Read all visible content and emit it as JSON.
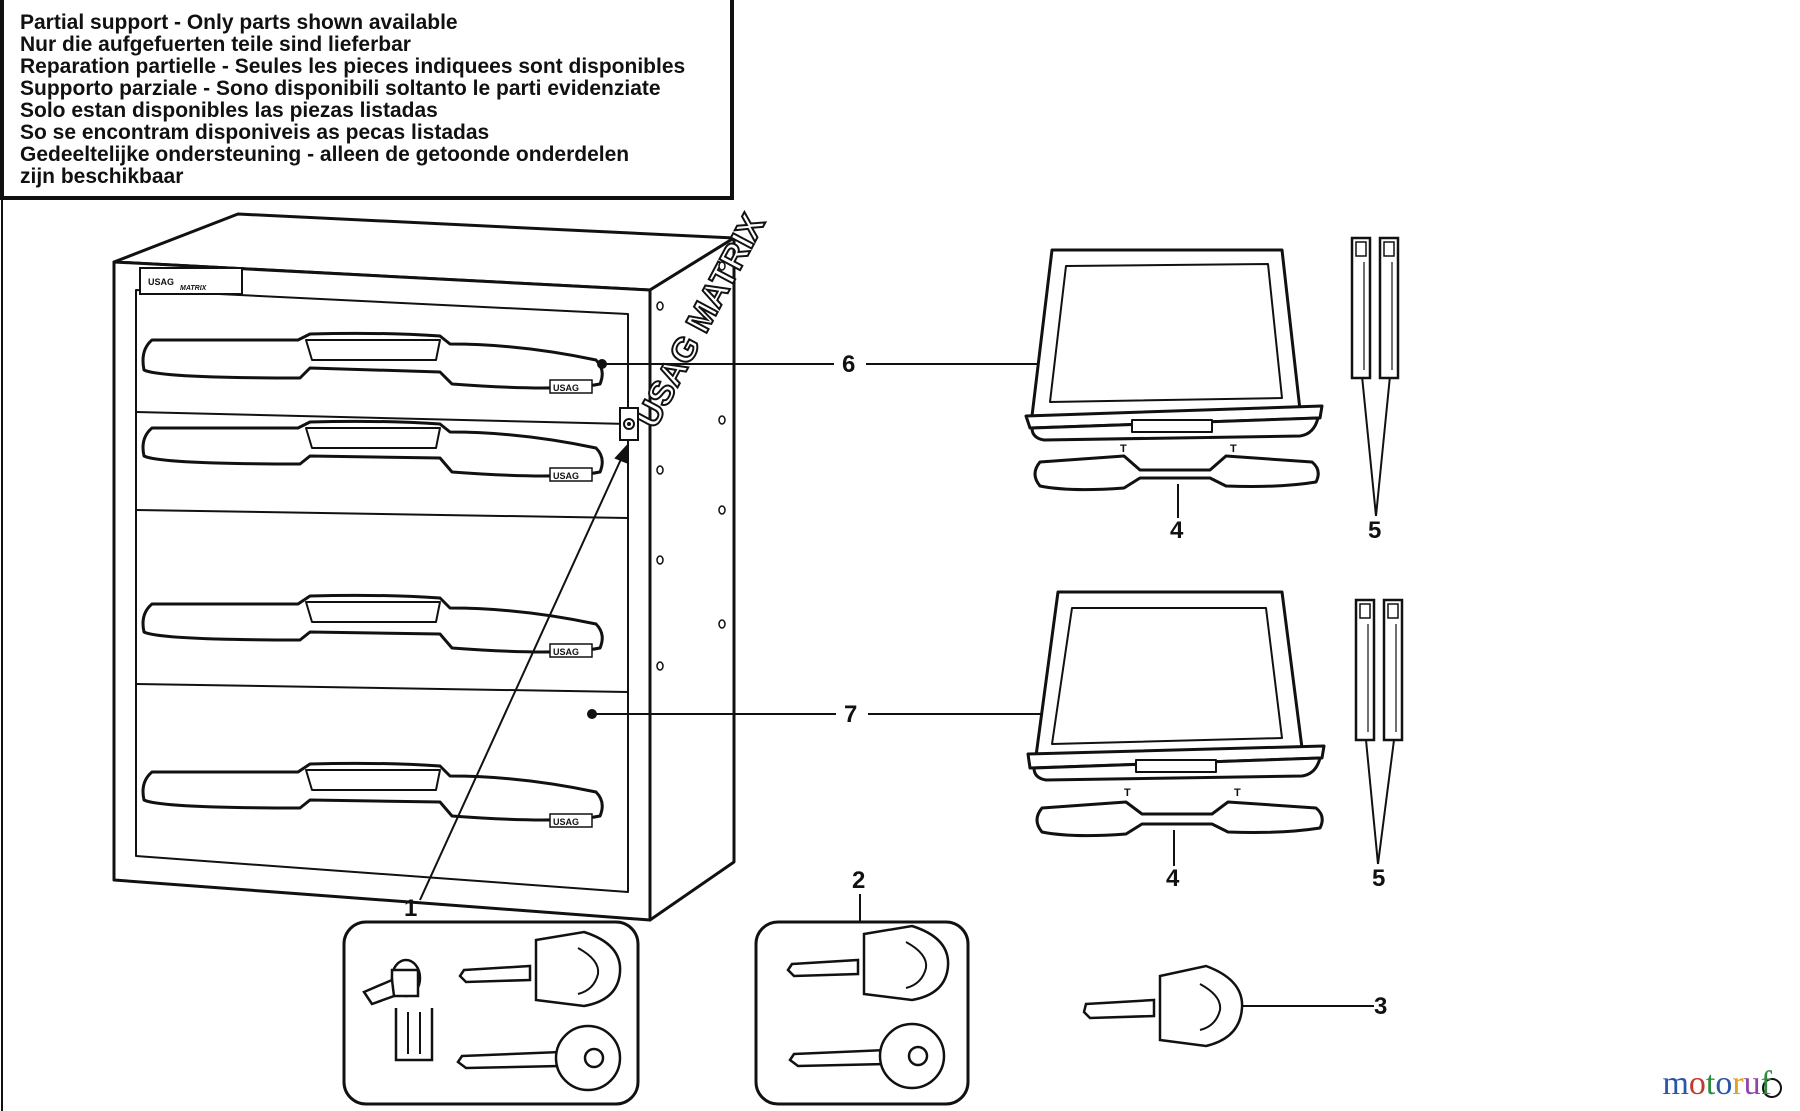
{
  "notice": {
    "lines": [
      "Partial support - Only parts shown available",
      "Nur die aufgefuerten teile sind lieferbar",
      "Reparation partielle - Seules les pieces indiquees sont disponibles",
      "Supporto parziale - Sono disponibili soltanto le parti evidenziate",
      "Solo estan disponibles las piezas listadas",
      "So se encontram disponiveis as pecas listadas",
      "Gedeeltelijke ondersteuning - alleen de getoonde onderdelen",
      "zijn beschikbaar"
    ]
  },
  "callouts": {
    "c1": "1",
    "c2": "2",
    "c3": "3",
    "c4a": "4",
    "c4b": "4",
    "c5a": "5",
    "c5b": "5",
    "c6": "6",
    "c7": "7"
  },
  "brand": {
    "top_logo": "USAG",
    "top_logo_sub": "MATRIX",
    "drawer_logo": "USAG",
    "side_logo": "USAG MATRIX"
  },
  "watermark": {
    "text": "motoruf",
    "colors": [
      "#2a55a8",
      "#c0392b",
      "#2e8b3e",
      "#2a55a8",
      "#e0a020",
      "#8e44ad",
      "#2e8b3e"
    ]
  }
}
